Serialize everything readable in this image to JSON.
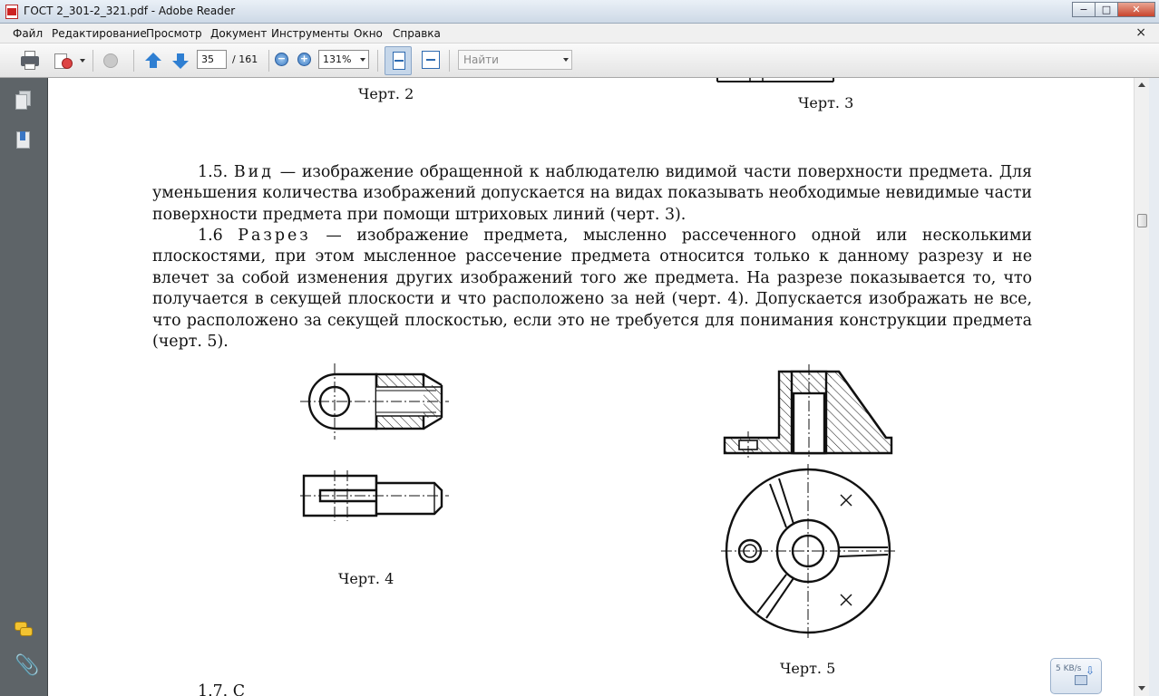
{
  "window": {
    "title": "ГОСТ 2_301-2_321.pdf - Adobe Reader",
    "minimize_glyph": "−",
    "maximize_glyph": "□",
    "close_glyph": "✕"
  },
  "menu": {
    "items": [
      "Файл",
      "Редактирование",
      "Просмотр",
      "Документ",
      "Инструменты",
      "Окно",
      "Справка"
    ],
    "close_doc_glyph": "×"
  },
  "toolbar": {
    "current_page": "35",
    "total_pages": "/ 161",
    "zoom": "131%",
    "find_placeholder": "Найти",
    "zoom_out_glyph": "−",
    "zoom_in_glyph": "+"
  },
  "document": {
    "captions": {
      "fig2": "Черт. 2",
      "fig3": "Черт. 3",
      "fig4": "Черт. 4",
      "fig5": "Черт. 5"
    },
    "para_1_5": {
      "number": "1.5.",
      "term": "Вид",
      "text": " — изображение обращенной к наблюдателю видимой части поверхности предмета. Для уменьшения количества изображений допускается на видах показывать необходимые невидимые части поверхности предмета при помощи штриховых линий (черт. 3)."
    },
    "para_1_6": {
      "number": "1.6",
      "term": "Разрез",
      "text": " — изображение предмета, мысленно рассеченного одной или несколькими плоскостями, при этом мысленное рассечение предмета относится только к данному разрезу и не влечет за собой изменения других изображений того же предмета. На разрезе показывается то, что получается в секущей плоскости и что расположено за ней (черт. 4). Допускается изображать не все, что расположено за секущей плоскостью, если это не требуется для понимания конструкции предмета (черт. 5)."
    },
    "para_1_7_partial": "1.7. С"
  },
  "network_widget": {
    "speed": "5 KB/s",
    "download_glyph": "⇩"
  },
  "icons": {
    "attachment_glyph": "📎"
  }
}
